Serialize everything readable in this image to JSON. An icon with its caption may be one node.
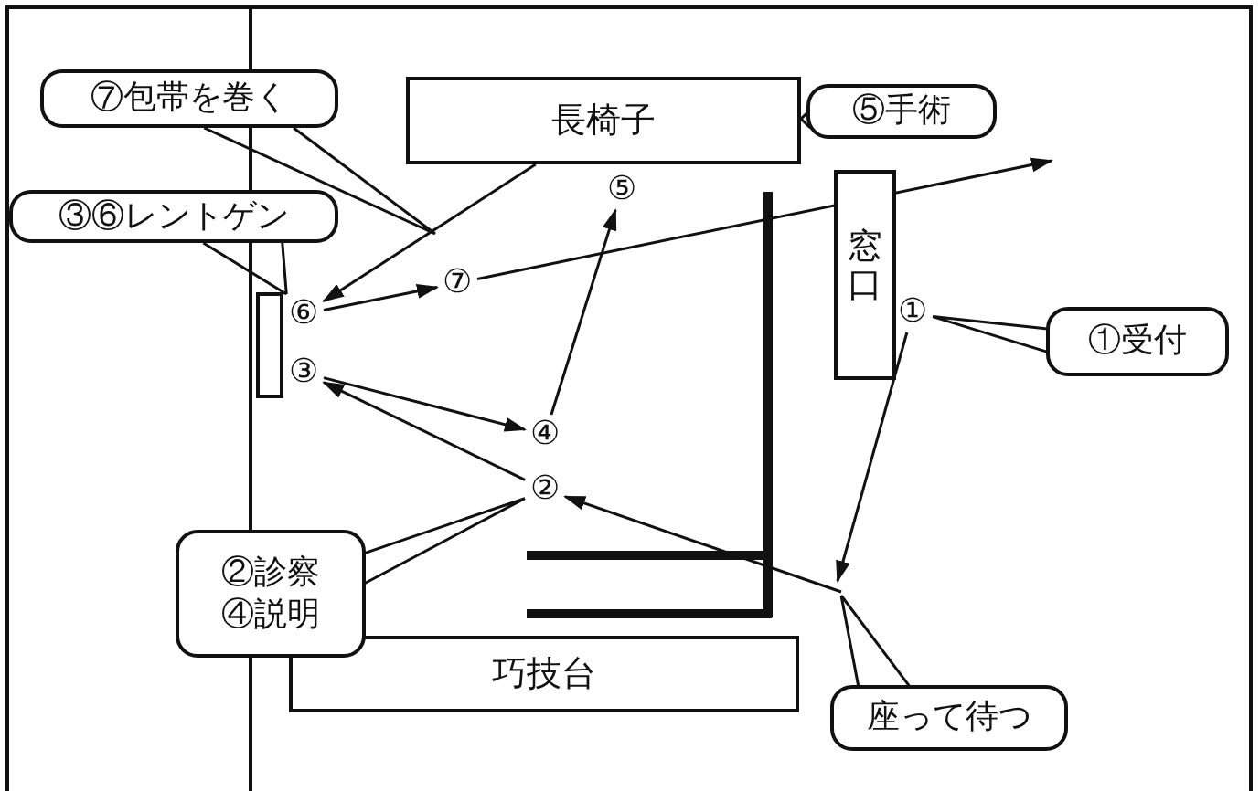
{
  "diagram": {
    "nodes": [
      {
        "text": [
          "長椅子"
        ]
      },
      {
        "text": [
          "窓口"
        ]
      },
      {
        "text": [
          "巧技台"
        ]
      },
      {
        "text": [
          "①"
        ]
      },
      {
        "text": [
          "②"
        ]
      },
      {
        "text": [
          "③"
        ]
      },
      {
        "text": [
          "④"
        ]
      },
      {
        "text": [
          "⑤"
        ]
      },
      {
        "text": [
          "⑥"
        ]
      },
      {
        "text": [
          "⑦"
        ]
      },
      {
        "text": [
          "①受付"
        ]
      },
      {
        "text": [
          "②診察",
          "④説明"
        ]
      },
      {
        "text": [
          "③⑥レントゲン"
        ]
      },
      {
        "text": [
          "⑤手術"
        ]
      },
      {
        "text": [
          "⑦包帯を巻く"
        ]
      },
      {
        "text": [
          "座って待つ"
        ]
      },
      {
        "text": [],
        "shape": "box"
      }
    ],
    "edges": [
      {
        "from": 3,
        "to": null,
        "arrow": "to"
      },
      {
        "from": null,
        "to": 4,
        "arrow": "to"
      },
      {
        "from": 4,
        "to": 5,
        "arrow": "to"
      },
      {
        "from": 5,
        "to": 6,
        "arrow": "to"
      },
      {
        "from": 6,
        "to": 7,
        "arrow": "to"
      },
      {
        "from": 8,
        "to": 9,
        "arrow": "to"
      },
      {
        "from": 9,
        "to": null,
        "arrow": "to"
      },
      {
        "from": 0,
        "to": 8,
        "arrow": "to"
      },
      {
        "from": 10,
        "to": 3,
        "arrow": "none"
      },
      {
        "from": 11,
        "to": 4,
        "arrow": "none"
      },
      {
        "from": 12,
        "to": 8,
        "arrow": "none"
      },
      {
        "from": 13,
        "to": 0,
        "arrow": "none"
      },
      {
        "from": 14,
        "to": null,
        "arrow": "none"
      },
      {
        "from": 15,
        "to": null,
        "arrow": "none"
      }
    ]
  }
}
